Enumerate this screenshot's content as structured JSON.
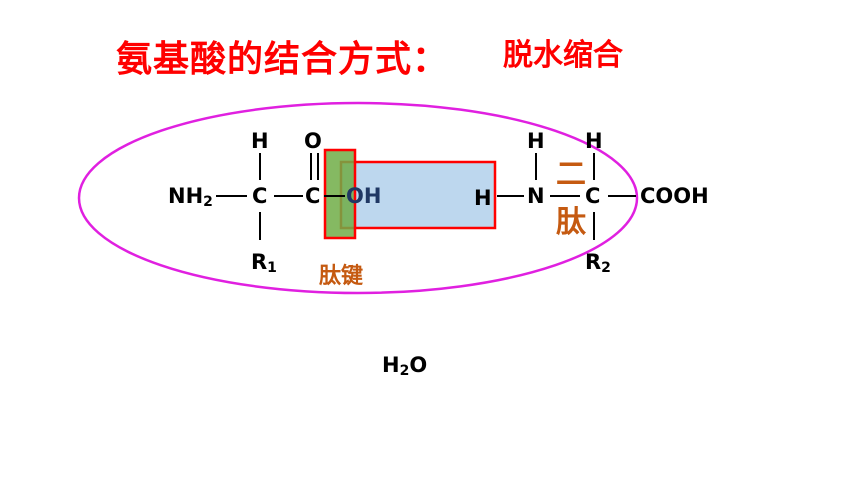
{
  "slide": {
    "title": "氨基酸的结合方式：",
    "subtitle": "脱水缩合"
  },
  "molecule": {
    "left_amino_acid": {
      "amine": "NH",
      "amine_sub": "2",
      "alpha_carbon": "C",
      "alpha_h": "H",
      "r_group": "R",
      "r_sub": "1",
      "carbonyl_carbon": "C",
      "carbonyl_o": "O",
      "hydroxyl": "OH"
    },
    "right_amino_acid": {
      "amine_h": "H",
      "nitrogen": "N",
      "nitrogen_h": "H",
      "alpha_carbon": "C",
      "alpha_h": "H",
      "r_group": "R",
      "r_sub": "2",
      "carboxyl": "COOH"
    },
    "peptide_bond_label": "肽键",
    "dipeptide_label_1": "二",
    "dipeptide_label_2": "肽",
    "water": "H",
    "water_sub": "2",
    "water_o": "O"
  },
  "colors": {
    "title": "#ff0000",
    "ellipse": "#e020e0",
    "peptide_label": "#c55a11",
    "bond_box_fill": "#70ad47",
    "water_box_fill": "#bdd7ee",
    "box_stroke": "#ff0000"
  }
}
